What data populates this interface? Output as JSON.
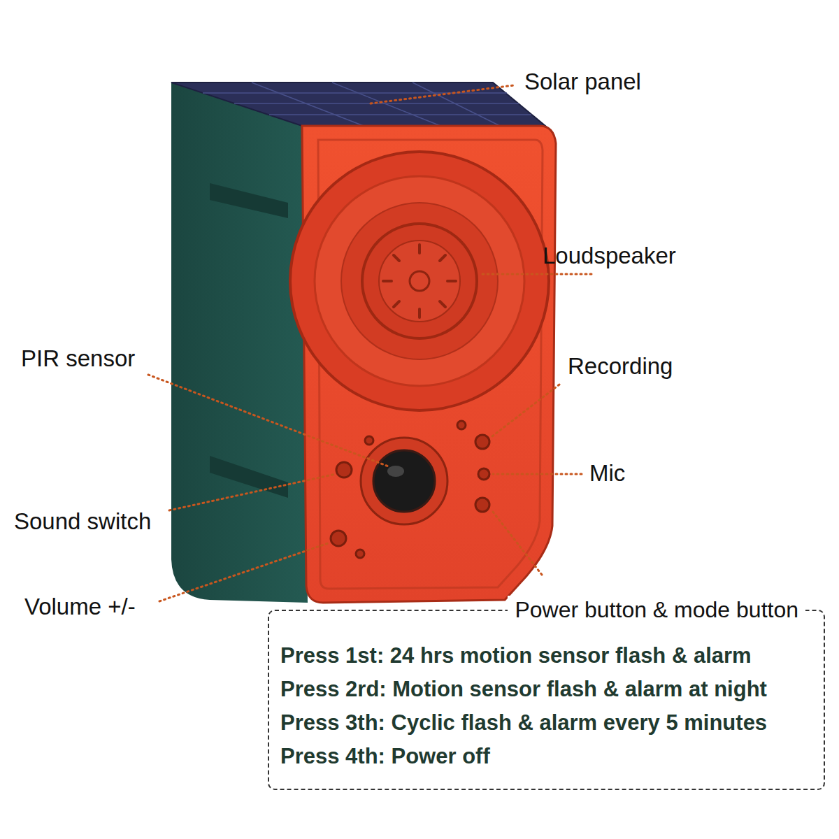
{
  "diagram": {
    "nodes": [
      {
        "text": [
          "Power button & mode button",
          "Press 1st: 24 hrs motion sensor flash & alarm",
          "Press 2rd: Motion sensor flash & alarm at night",
          "Press 3th: Cyclic flash & alarm every 5 minutes",
          "Press 4th: Power off"
        ]
      }
    ],
    "labels": [
      "Solar panel",
      "Loudspeaker",
      "PIR sensor",
      "Recording",
      "Mic",
      "Sound switch",
      "Volume +/-"
    ]
  }
}
